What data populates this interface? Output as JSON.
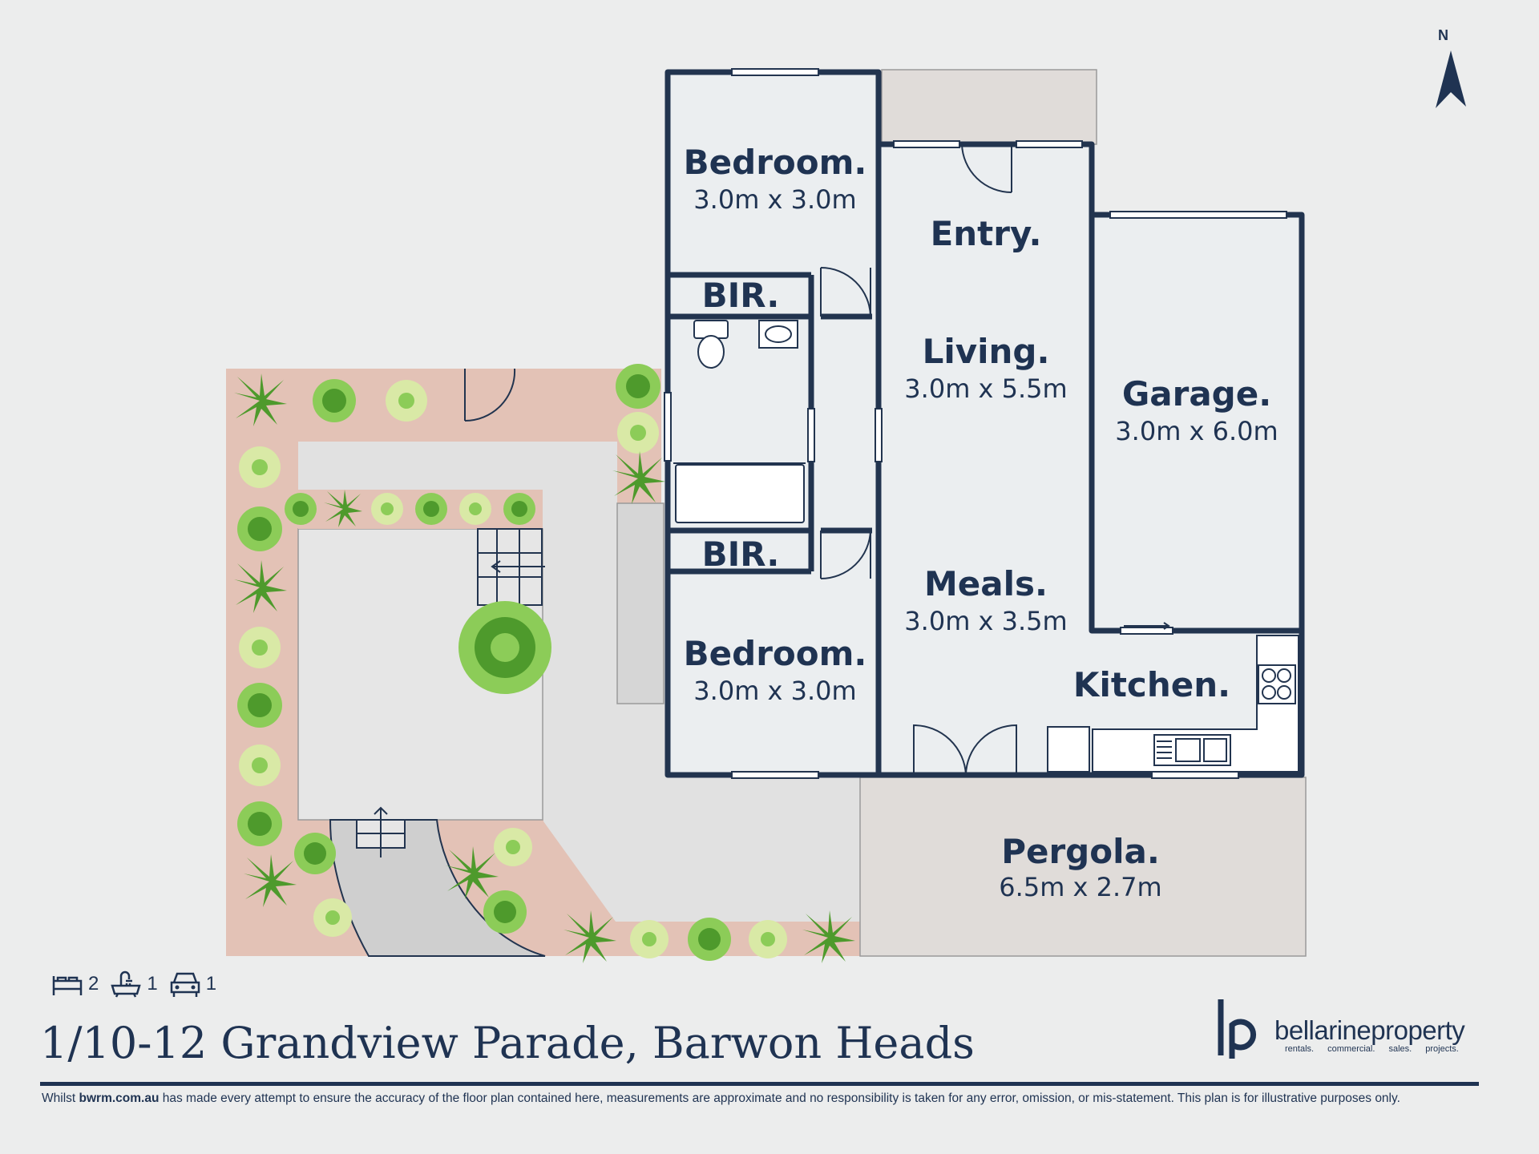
{
  "rooms": {
    "bedroom1": {
      "name": "Bedroom.",
      "dim": "3.0m x 3.0m"
    },
    "bir1": {
      "name": "BIR."
    },
    "entry": {
      "name": "Entry."
    },
    "living": {
      "name": "Living.",
      "dim": "3.0m x 5.5m"
    },
    "garage": {
      "name": "Garage.",
      "dim": "3.0m x 6.0m"
    },
    "bir2": {
      "name": "BIR."
    },
    "meals": {
      "name": "Meals.",
      "dim": "3.0m x 3.5m"
    },
    "bedroom2": {
      "name": "Bedroom.",
      "dim": "3.0m x 3.0m"
    },
    "kitchen": {
      "name": "Kitchen."
    },
    "pergola": {
      "name": "Pergola.",
      "dim": "6.5m x 2.7m"
    }
  },
  "stats": {
    "bedrooms": "2",
    "bathrooms": "1",
    "car_spaces": "1",
    "icons": [
      "bed-icon",
      "bath-icon",
      "car-icon"
    ]
  },
  "address": "1/10-12 Grandview Parade, Barwon Heads",
  "disclaimer": {
    "prefix": "Whilst",
    "site": "bwrm.com.au",
    "text": "has made every attempt to ensure the accuracy of the floor plan contained here, measurements are approximate and no responsibility is taken for any error, omission, or mis-statement. This plan is for illustrative purposes only."
  },
  "logo": {
    "name": "bellarineproperty",
    "tagline": "rentals. commercial. sales. projects."
  },
  "compass": {
    "label": "N"
  },
  "colors": {
    "navy": "#1f3352",
    "garden": "#e3c2b6",
    "paving": "#d9d6d3",
    "background": "#eceded"
  }
}
